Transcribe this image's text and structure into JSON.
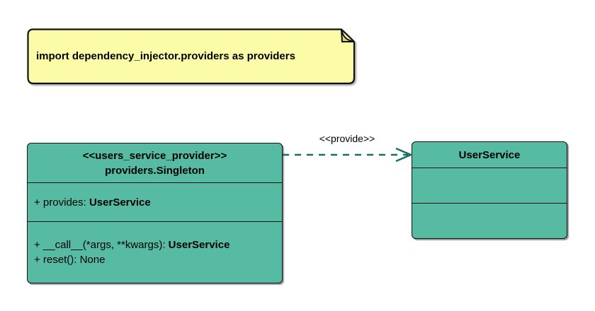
{
  "diagram": {
    "note": {
      "text": "import dependency_injector.providers as providers"
    },
    "provider_class": {
      "stereotype": "<<users_service_provider>>",
      "name": "providers.Singleton",
      "attributes": [
        {
          "text": "+ provides: ",
          "type": "UserService"
        }
      ],
      "methods": [
        {
          "text": "+ __call__(*args, **kwargs): ",
          "type": "UserService"
        },
        {
          "text": "+ reset(): None",
          "type": ""
        }
      ]
    },
    "user_service_class": {
      "name": "UserService"
    },
    "edge": {
      "label": "<<provide>>"
    },
    "colors": {
      "class_fill": "#57BBA4",
      "class_border": "#111111",
      "edge_stroke": "#16705F",
      "note_fill": "#FCFCA8",
      "note_fold_fill": "#D9D98A",
      "text": "#000000",
      "background": "#FFFFFF"
    }
  }
}
